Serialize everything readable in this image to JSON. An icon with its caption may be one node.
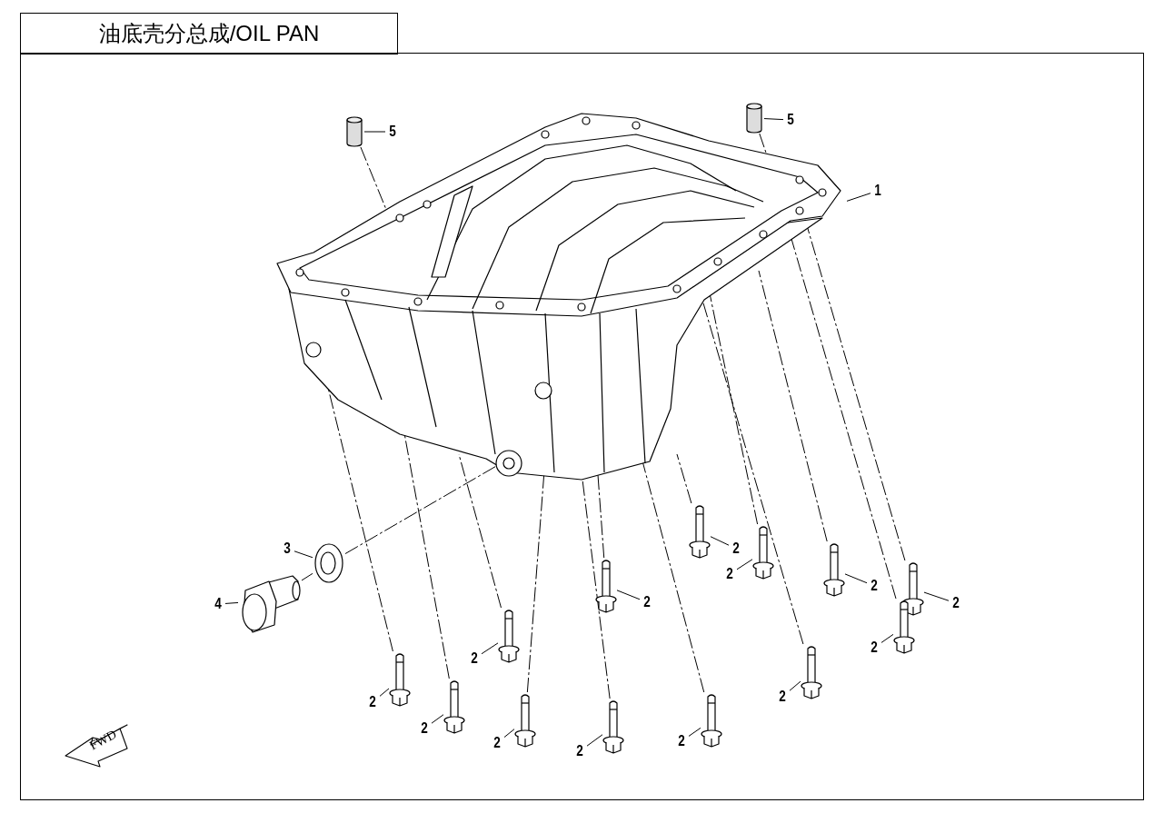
{
  "diagram": {
    "title": "油底壳分总成/OIL PAN",
    "nodes": [
      {
        "text": [],
        "shape": "picture"
      },
      {
        "text": [],
        "shape": "cylinder"
      },
      {
        "text": [],
        "shape": "cylinder"
      },
      {
        "text": [],
        "shape": "picture"
      },
      {
        "text": [],
        "shape": "picture"
      },
      {
        "text": [],
        "shape": "picture"
      },
      {
        "text": [],
        "shape": "picture"
      },
      {
        "text": [],
        "shape": "picture"
      },
      {
        "text": [],
        "shape": "picture"
      },
      {
        "text": [],
        "shape": "picture"
      },
      {
        "text": [],
        "shape": "picture"
      },
      {
        "text": [],
        "shape": "picture"
      },
      {
        "text": [],
        "shape": "picture"
      },
      {
        "text": [],
        "shape": "picture"
      },
      {
        "text": [],
        "shape": "picture"
      },
      {
        "text": [],
        "shape": "picture"
      },
      {
        "text": [],
        "shape": "picture"
      },
      {
        "text": [],
        "shape": "picture"
      },
      {
        "text": [
          "1"
        ]
      },
      {
        "text": [
          "5"
        ]
      },
      {
        "text": [
          "5"
        ]
      },
      {
        "text": [
          "3"
        ]
      },
      {
        "text": [
          "4"
        ]
      },
      {
        "text": [
          "2"
        ]
      },
      {
        "text": [
          "2"
        ]
      },
      {
        "text": [
          "2"
        ]
      },
      {
        "text": [
          "2"
        ]
      },
      {
        "text": [
          "2"
        ]
      },
      {
        "text": [
          "2"
        ]
      },
      {
        "text": [
          "2"
        ]
      },
      {
        "text": [
          "2"
        ]
      },
      {
        "text": [
          "2"
        ]
      },
      {
        "text": [
          "2"
        ]
      },
      {
        "text": [
          "2"
        ]
      },
      {
        "text": [
          "2"
        ]
      },
      {
        "text": [
          "2"
        ]
      }
    ],
    "edges": [
      {
        "from": 18,
        "to": 0,
        "arrow": "none"
      },
      {
        "from": 19,
        "to": 1,
        "arrow": "none"
      },
      {
        "from": 20,
        "to": 2,
        "arrow": "none"
      },
      {
        "from": 21,
        "to": 3,
        "arrow": "none"
      },
      {
        "from": 22,
        "to": 4,
        "arrow": "none"
      },
      {
        "from": 23,
        "to": 5,
        "arrow": "none"
      },
      {
        "from": 24,
        "to": 6,
        "arrow": "none"
      },
      {
        "from": 25,
        "to": 7,
        "arrow": "none"
      },
      {
        "from": 26,
        "to": 8,
        "arrow": "none"
      },
      {
        "from": 27,
        "to": 9,
        "arrow": "none"
      },
      {
        "from": 28,
        "to": 10,
        "arrow": "none"
      },
      {
        "from": 29,
        "to": 11,
        "arrow": "none"
      },
      {
        "from": 30,
        "to": 12,
        "arrow": "none"
      },
      {
        "from": 31,
        "to": 13,
        "arrow": "none"
      },
      {
        "from": 32,
        "to": 14,
        "arrow": "none"
      },
      {
        "from": 33,
        "to": 15,
        "arrow": "none"
      },
      {
        "from": 34,
        "to": 16,
        "arrow": "none"
      },
      {
        "from": 35,
        "to": 17,
        "arrow": "none"
      },
      {
        "from": 1,
        "to": 0,
        "arrow": "none",
        "style": "dashed"
      },
      {
        "from": 2,
        "to": 0,
        "arrow": "none",
        "style": "dashed"
      },
      {
        "from": 4,
        "to": 3,
        "arrow": "none",
        "style": "dashed"
      },
      {
        "from": 3,
        "to": 0,
        "arrow": "none",
        "style": "dashed"
      },
      {
        "from": 5,
        "to": 0,
        "arrow": "none",
        "style": "dashed"
      },
      {
        "from": 6,
        "to": 0,
        "arrow": "none",
        "style": "dashed"
      },
      {
        "from": 7,
        "to": 0,
        "arrow": "none",
        "style": "dashed"
      },
      {
        "from": 8,
        "to": 0,
        "arrow": "none",
        "style": "dashed"
      },
      {
        "from": 9,
        "to": 0,
        "arrow": "none",
        "style": "dashed"
      },
      {
        "from": 10,
        "to": 0,
        "arrow": "none",
        "style": "dashed"
      },
      {
        "from": 11,
        "to": 0,
        "arrow": "none",
        "style": "dashed"
      },
      {
        "from": 12,
        "to": 0,
        "arrow": "none",
        "style": "dashed"
      },
      {
        "from": 13,
        "to": 0,
        "arrow": "none",
        "style": "dashed"
      },
      {
        "from": 14,
        "to": 0,
        "arrow": "none",
        "style": "dashed"
      },
      {
        "from": 15,
        "to": 0,
        "arrow": "none",
        "style": "dashed"
      },
      {
        "from": 16,
        "to": 0,
        "arrow": "none",
        "style": "dashed"
      },
      {
        "from": 17,
        "to": 0,
        "arrow": "none",
        "style": "dashed"
      }
    ],
    "labels": [
      "FWD"
    ]
  }
}
